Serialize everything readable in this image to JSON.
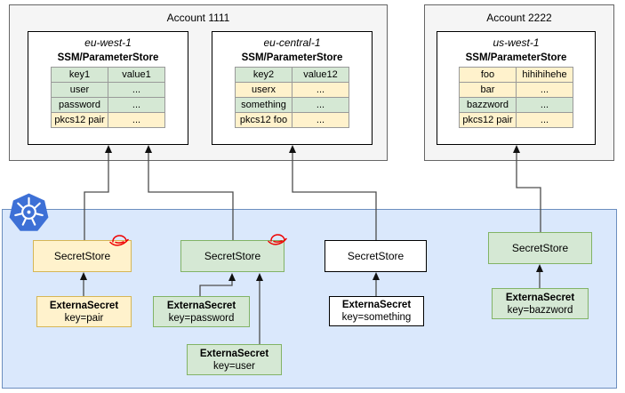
{
  "accounts": [
    {
      "label": "Account 1111",
      "regions": [
        {
          "name": "eu-west-1",
          "store_title": "SSM/ParameterStore",
          "rows": [
            {
              "key": "key1",
              "value": "value1",
              "key_color": "green",
              "value_color": "green"
            },
            {
              "key": "user",
              "value": "...",
              "key_color": "green",
              "value_color": "green"
            },
            {
              "key": "password",
              "value": "...",
              "key_color": "green",
              "value_color": "green"
            },
            {
              "key": "pkcs12 pair",
              "value": "...",
              "key_color": "yellow",
              "value_color": "yellow"
            }
          ]
        },
        {
          "name": "eu-central-1",
          "store_title": "SSM/ParameterStore",
          "rows": [
            {
              "key": "key2",
              "value": "value12",
              "key_color": "green",
              "value_color": "green"
            },
            {
              "key": "userx",
              "value": "...",
              "key_color": "yellow",
              "value_color": "yellow"
            },
            {
              "key": "something",
              "value": "...",
              "key_color": "green",
              "value_color": "green"
            },
            {
              "key": "pkcs12 foo",
              "value": "...",
              "key_color": "yellow",
              "value_color": "yellow"
            }
          ]
        }
      ]
    },
    {
      "label": "Account 2222",
      "regions": [
        {
          "name": "us-west-1",
          "store_title": "SSM/ParameterStore",
          "rows": [
            {
              "key": "foo",
              "value": "hihihihehe",
              "key_color": "yellow",
              "value_color": "yellow"
            },
            {
              "key": "bar",
              "value": "...",
              "key_color": "yellow",
              "value_color": "yellow"
            },
            {
              "key": "bazzword",
              "value": "...",
              "key_color": "green",
              "value_color": "green"
            },
            {
              "key": "pkcs12 pair",
              "value": "...",
              "key_color": "yellow",
              "value_color": "yellow"
            }
          ]
        }
      ]
    }
  ],
  "cluster": {
    "secret_stores": [
      {
        "label": "SecretStore",
        "variant": "yellow",
        "redhat_badge": true
      },
      {
        "label": "SecretStore",
        "variant": "green",
        "redhat_badge": true
      },
      {
        "label": "SecretStore",
        "variant": "white",
        "redhat_badge": false
      },
      {
        "label": "SecretStore",
        "variant": "green",
        "redhat_badge": false
      }
    ],
    "external_secrets": [
      {
        "title": "ExternaSecret",
        "key": "key=pair",
        "variant": "yellow"
      },
      {
        "title": "ExternaSecret",
        "key": "key=password",
        "variant": "green"
      },
      {
        "title": "ExternaSecret",
        "key": "key=user",
        "variant": "green"
      },
      {
        "title": "ExternaSecret",
        "key": "key=something",
        "variant": "white"
      },
      {
        "title": "ExternaSecret",
        "key": "key=bazzword",
        "variant": "green"
      }
    ]
  },
  "icons": {
    "cluster_logo": "kubernetes-wheel",
    "store_badge": "red-hat-fedora"
  },
  "colors": {
    "green_fill": "#d5e8d4",
    "green_border": "#82b366",
    "yellow_fill": "#fff2cc",
    "yellow_border": "#d6b656",
    "blue_fill": "#dae8fc",
    "blue_border": "#6c8ebf",
    "account_fill": "#f5f5f5",
    "account_border": "#666666",
    "kubernetes_blue": "#3d70d6",
    "redhat_red": "#ee0000",
    "connector": "#4d4d4d"
  }
}
